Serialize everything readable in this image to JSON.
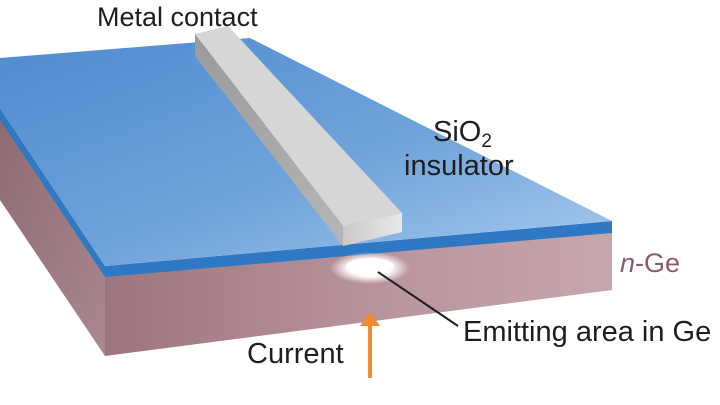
{
  "labels": {
    "metal_contact": "Metal contact",
    "sio2_base": "SiO",
    "sio2_subscript": "2",
    "insulator": "insulator",
    "n_prefix": "n",
    "ge_suffix": "-Ge",
    "emitting_area": "Emitting area in Ge",
    "current": "Current"
  },
  "colors": {
    "sio2_blue": "#6b9fd6",
    "blue_edge": "#2f79c4",
    "substrate_front": "#b69098",
    "substrate_right": "#a07d84",
    "metal_top": "#d3d3d3",
    "metal_side": "#bdbdbd",
    "current_arrow": "#f28a2e",
    "n_ge_text": "#8b5e66"
  }
}
